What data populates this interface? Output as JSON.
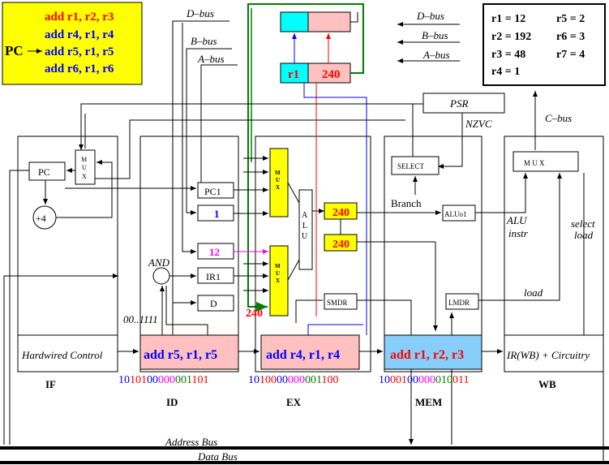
{
  "colors": {
    "red": "#ff0000",
    "blue": "#0000ff",
    "magenta": "#ff00ff",
    "green": "#008000",
    "yellow": "#ffff00",
    "cyan": "#00ffff",
    "pink": "#ffc0c0",
    "light_blue": "#87cefa"
  },
  "program": {
    "pc_label": "PC",
    "lines": [
      "add r1, r2, r3",
      "add r4, r1, r4",
      "add r5, r1, r5",
      "add r6, r1, r6"
    ]
  },
  "bus_labels": {
    "d_bus": "D–bus",
    "b_bus": "B–bus",
    "a_bus": "A–bus",
    "c_bus": "C–bus",
    "address_bus": "Address Bus",
    "data_bus": "Data Bus"
  },
  "registers": {
    "left": [
      "r1 = 12",
      "r2 = 192",
      "r3 = 48",
      "r4 = 1"
    ],
    "right": [
      "r5 = 2",
      "r6 = 3",
      "r7 = 4"
    ]
  },
  "regfile": {
    "reg_name": "r1",
    "reg_value": "240"
  },
  "psr": {
    "label": "PSR",
    "flags": "NZVC"
  },
  "stages": {
    "if": "IF",
    "id": "ID",
    "ex": "EX",
    "mem": "MEM",
    "wb": "WB"
  },
  "if_stage": {
    "pc": "PC",
    "plus4": "+4",
    "mux": "M\nU\nX",
    "hardwired": "Hardwired Control"
  },
  "id_stage": {
    "pc1": "PC1",
    "one": "1",
    "twelve": "12",
    "ir1": "IR1",
    "d": "D",
    "and": "AND",
    "mask": "00..1111"
  },
  "ex_stage": {
    "mux": "MUX",
    "alu": "ALU",
    "out_top": "240",
    "out_bot": "240",
    "mux_in": "240",
    "smdr": "SMDR"
  },
  "mem_stage": {
    "select": "SELECT",
    "branch": "Branch",
    "aluo1": "ALUo1",
    "lmdr": "LMDR"
  },
  "wb_stage": {
    "mux": "M U X",
    "alu_instr": "ALU\ninstr",
    "select_load": "select\nload",
    "load": "load",
    "ir": "IR(WB) + Circuitry"
  },
  "pipeline": {
    "id_instr": "add r5, r1, r5",
    "ex_instr": "add r4, r1, r4",
    "mem_instr": "add r1, r2, r3"
  },
  "encodings": {
    "id": [
      {
        "t": "10",
        "c": "blue"
      },
      {
        "t": "101",
        "c": "red"
      },
      {
        "t": "00",
        "c": "blue"
      },
      {
        "t": "000",
        "c": "magenta"
      },
      {
        "t": "001",
        "c": "green"
      },
      {
        "t": "101",
        "c": "red"
      }
    ],
    "ex": [
      {
        "t": "10",
        "c": "blue"
      },
      {
        "t": "100",
        "c": "red"
      },
      {
        "t": "00",
        "c": "blue"
      },
      {
        "t": "000",
        "c": "magenta"
      },
      {
        "t": "001",
        "c": "green"
      },
      {
        "t": "100",
        "c": "red"
      }
    ],
    "mem": [
      {
        "t": "10",
        "c": "blue"
      },
      {
        "t": "001",
        "c": "red"
      },
      {
        "t": "00",
        "c": "blue"
      },
      {
        "t": "000",
        "c": "magenta"
      },
      {
        "t": "010",
        "c": "green"
      },
      {
        "t": "011",
        "c": "red"
      }
    ]
  }
}
